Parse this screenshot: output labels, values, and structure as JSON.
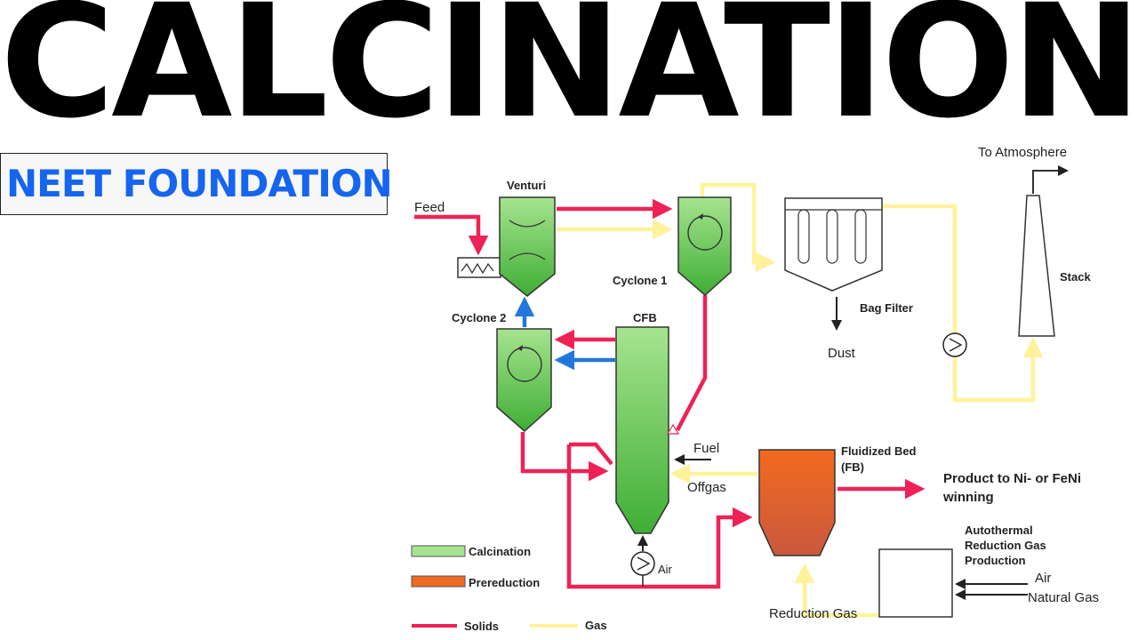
{
  "title": "CALCINATION",
  "badge": "NEET FOUNDATION",
  "diagram": {
    "feed": "Feed",
    "venturi": "Venturi",
    "cyclone1": "Cyclone 1",
    "cyclone2": "Cyclone 2",
    "cfb": "CFB",
    "bag_filter": "Bag Filter",
    "dust": "Dust",
    "to_atmosphere": "To Atmosphere",
    "stack": "Stack",
    "fuel": "Fuel",
    "offgas": "Offgas",
    "fb_line1": "Fluidized Bed",
    "fb_line2": "(FB)",
    "product_line1": "Product to Ni- or FeNi",
    "product_line2": "winning",
    "arg_line1": "Autothermal",
    "arg_line2": "Reduction Gas",
    "arg_line3": "Production",
    "air": "Air",
    "natural_gas": "Natural Gas",
    "reduction_gas": "Reduction Gas",
    "air_blower": "Air"
  },
  "legend": {
    "calcination": "Calcination",
    "prereduction": "Prereduction",
    "solids": "Solids",
    "gas": "Gas"
  },
  "colors": {
    "solids": "#ee2255",
    "gas": "#fff29a",
    "recycle": "#2277dd",
    "calcination": "#5cc94a",
    "prereduction": "#ee6a22",
    "badge_text": "#1565ee"
  }
}
